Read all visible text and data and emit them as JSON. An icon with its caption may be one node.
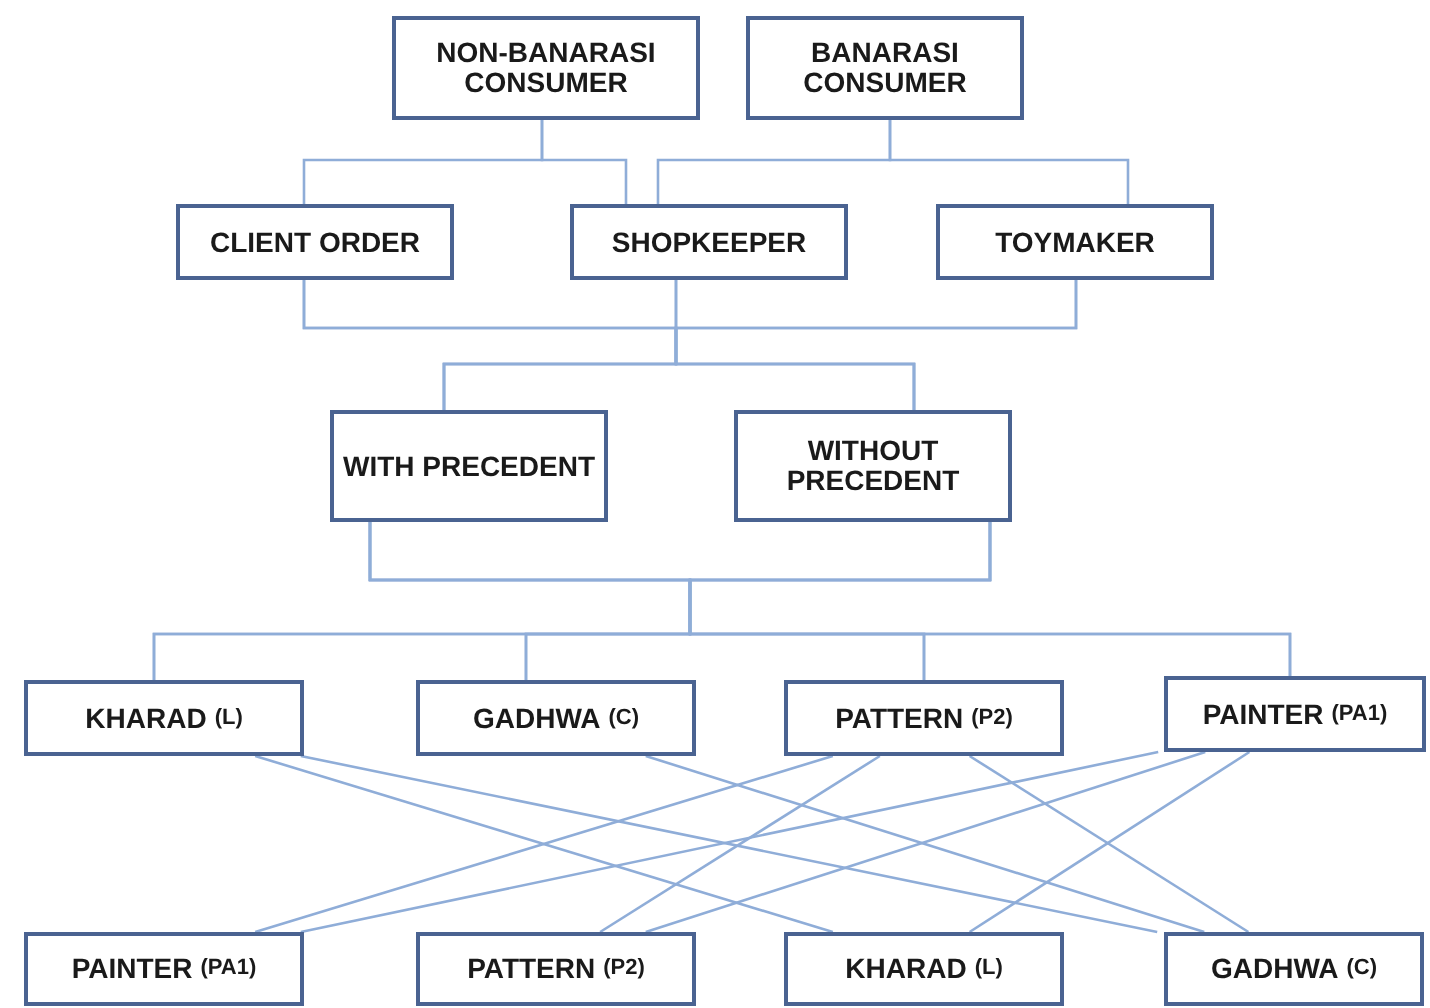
{
  "diagram": {
    "nodes": [
      {
        "text": [
          "NON-BANARASI CONSUMER"
        ]
      },
      {
        "text": [
          "BANARASI CONSUMER"
        ]
      },
      {
        "text": [
          "CLIENT ORDER"
        ]
      },
      {
        "text": [
          "SHOPKEEPER"
        ]
      },
      {
        "text": [
          "TOYMAKER"
        ]
      },
      {
        "text": [
          "WITH PRECEDENT"
        ]
      },
      {
        "text": [
          "WITHOUT PRECEDENT"
        ]
      },
      {
        "text": [
          "KHARAD",
          "(L)"
        ]
      },
      {
        "text": [
          "GADHWA",
          "(C)"
        ]
      },
      {
        "text": [
          "PATTERN",
          "(P2)"
        ]
      },
      {
        "text": [
          "PAINTER",
          "(PA1)"
        ]
      },
      {
        "text": [
          "PAINTER",
          "(PA1)"
        ]
      },
      {
        "text": [
          "PATTERN",
          "(P2)"
        ]
      },
      {
        "text": [
          "KHARAD",
          "(L)"
        ]
      },
      {
        "text": [
          "GADHWA",
          "(C)"
        ]
      }
    ],
    "edges": [
      {
        "from": 0,
        "to": 2,
        "arrow": "none"
      },
      {
        "from": 0,
        "to": 3,
        "arrow": "none"
      },
      {
        "from": 1,
        "to": 3,
        "arrow": "none"
      },
      {
        "from": 1,
        "to": 4,
        "arrow": "none"
      },
      {
        "from": 2,
        "to": 5,
        "arrow": "none"
      },
      {
        "from": 2,
        "to": 6,
        "arrow": "none"
      },
      {
        "from": 3,
        "to": 5,
        "arrow": "none"
      },
      {
        "from": 3,
        "to": 6,
        "arrow": "none"
      },
      {
        "from": 4,
        "to": 5,
        "arrow": "none"
      },
      {
        "from": 4,
        "to": 6,
        "arrow": "none"
      },
      {
        "from": 5,
        "to": 7,
        "arrow": "none"
      },
      {
        "from": 5,
        "to": 8,
        "arrow": "none"
      },
      {
        "from": 5,
        "to": 9,
        "arrow": "none"
      },
      {
        "from": 5,
        "to": 10,
        "arrow": "none"
      },
      {
        "from": 6,
        "to": 7,
        "arrow": "none"
      },
      {
        "from": 6,
        "to": 8,
        "arrow": "none"
      },
      {
        "from": 6,
        "to": 9,
        "arrow": "none"
      },
      {
        "from": 6,
        "to": 10,
        "arrow": "none"
      },
      {
        "from": 7,
        "to": 13,
        "arrow": "none"
      },
      {
        "from": 7,
        "to": 14,
        "arrow": "none"
      },
      {
        "from": 8,
        "to": 14,
        "arrow": "none"
      },
      {
        "from": 9,
        "to": 11,
        "arrow": "none"
      },
      {
        "from": 9,
        "to": 12,
        "arrow": "none"
      },
      {
        "from": 9,
        "to": 14,
        "arrow": "none"
      },
      {
        "from": 10,
        "to": 11,
        "arrow": "none"
      },
      {
        "from": 10,
        "to": 12,
        "arrow": "none"
      },
      {
        "from": 10,
        "to": 13,
        "arrow": "none"
      }
    ]
  }
}
